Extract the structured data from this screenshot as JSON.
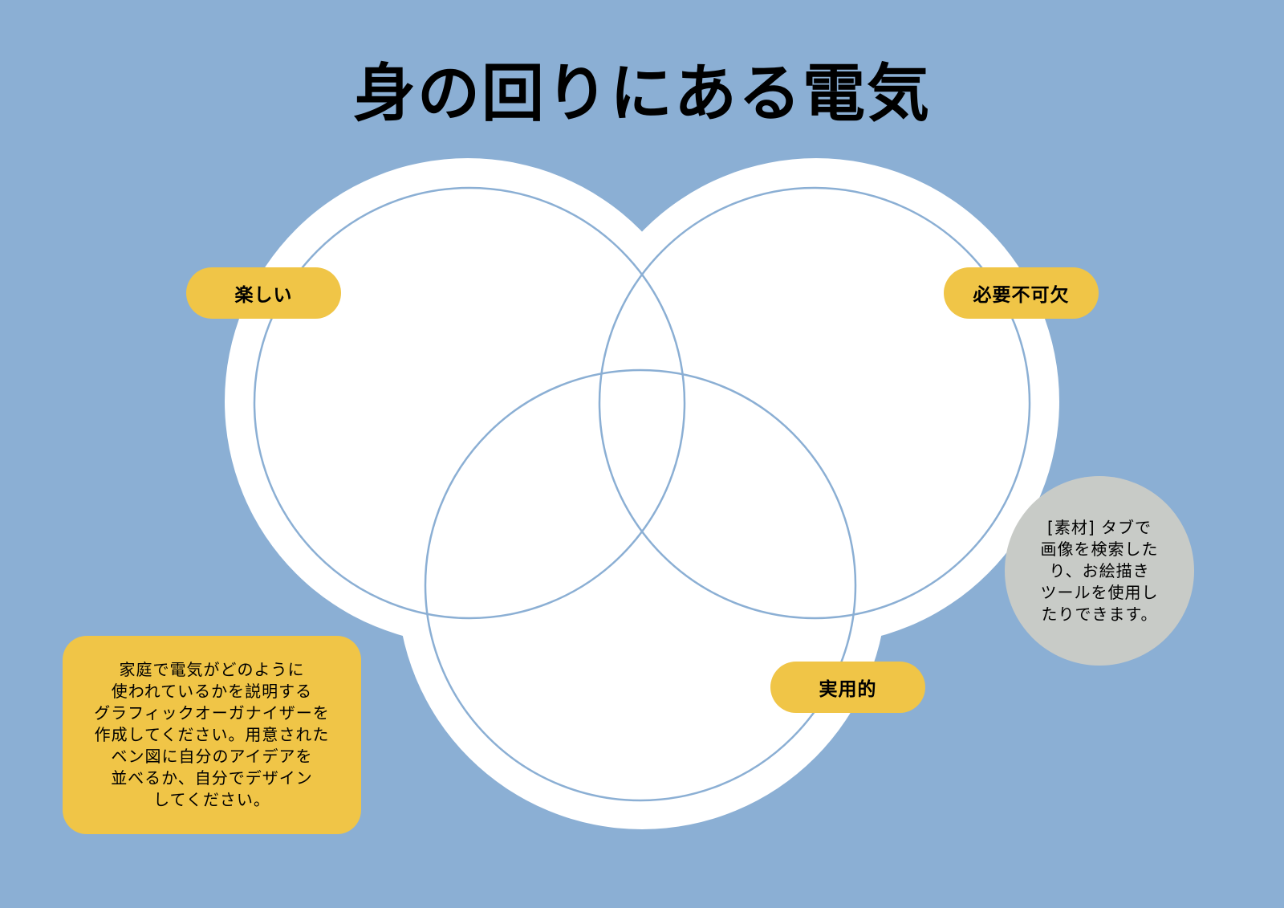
{
  "title": "身の回りにある電気",
  "labels": {
    "circle_left": "楽しい",
    "circle_right": "必要不可欠",
    "circle_bottom": "実用的"
  },
  "instructions": "家庭で電気がどのように\n使われているかを説明する\nグラフィックオーガナイザーを\n作成してください。用意された\nベン図に自分のアイデアを\n並べるか、自分でデザイン\nしてください。",
  "hint": "[素材] タブで\n画像を検索した\nり、お絵描き\nツールを使用し\nたりできます。",
  "colors": {
    "background": "#8BAFD4",
    "blob": "#FFFFFF",
    "circle_stroke": "#8BAFD4",
    "label_fill": "#F0C547",
    "hint_fill": "#C8CBC7"
  }
}
